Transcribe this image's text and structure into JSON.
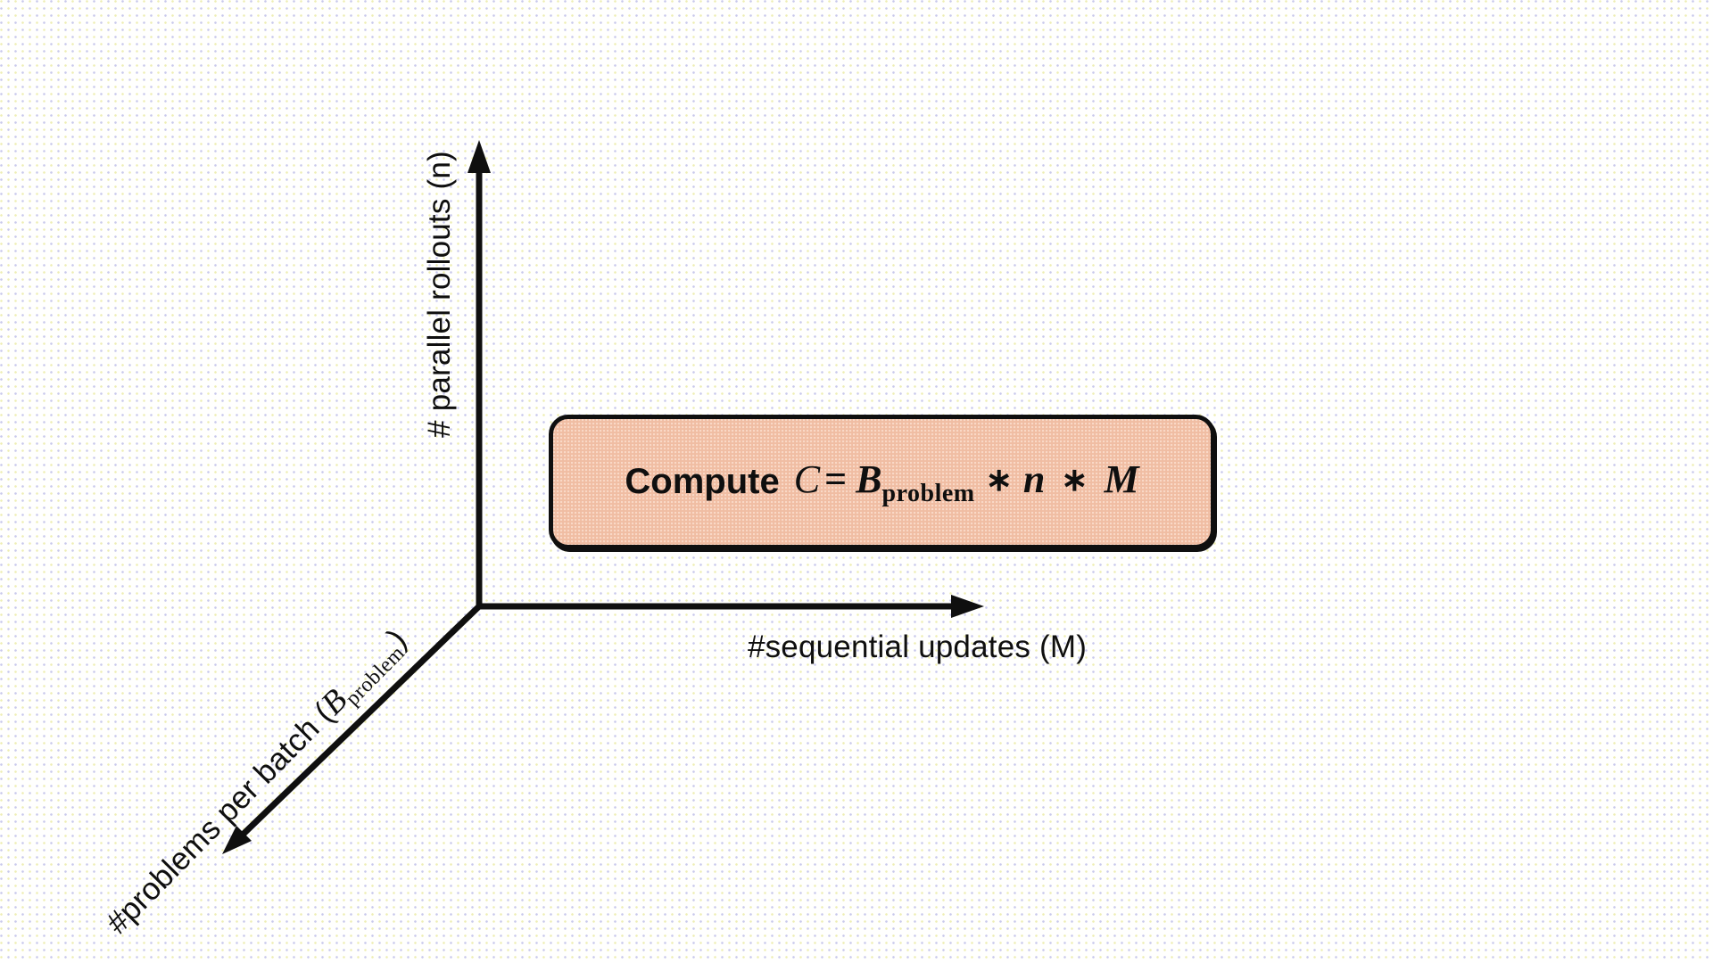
{
  "diagram": {
    "axes": {
      "vertical": {
        "label": "# parallel rollouts (n)"
      },
      "horizontal": {
        "label": "#sequential updates (M)"
      },
      "diagonal": {
        "prefix": "#problems per batch (",
        "var": "B",
        "subscript": "problem",
        "suffix": ")"
      }
    },
    "compute_box": {
      "label": "Compute",
      "formula": {
        "lhs": "C",
        "eq": "=",
        "base": "B",
        "base_sub": "problem",
        "op1": "∗",
        "var_n": "n",
        "op2": "∗",
        "var_m": "M"
      }
    },
    "colors": {
      "axis": "#0f0f0f",
      "box_fill": "#f2c3a9",
      "box_border": "#0f0f0f",
      "background_dot_yellow": "#eeeeb4",
      "background_dot_lavender": "#c9c9ec"
    }
  }
}
